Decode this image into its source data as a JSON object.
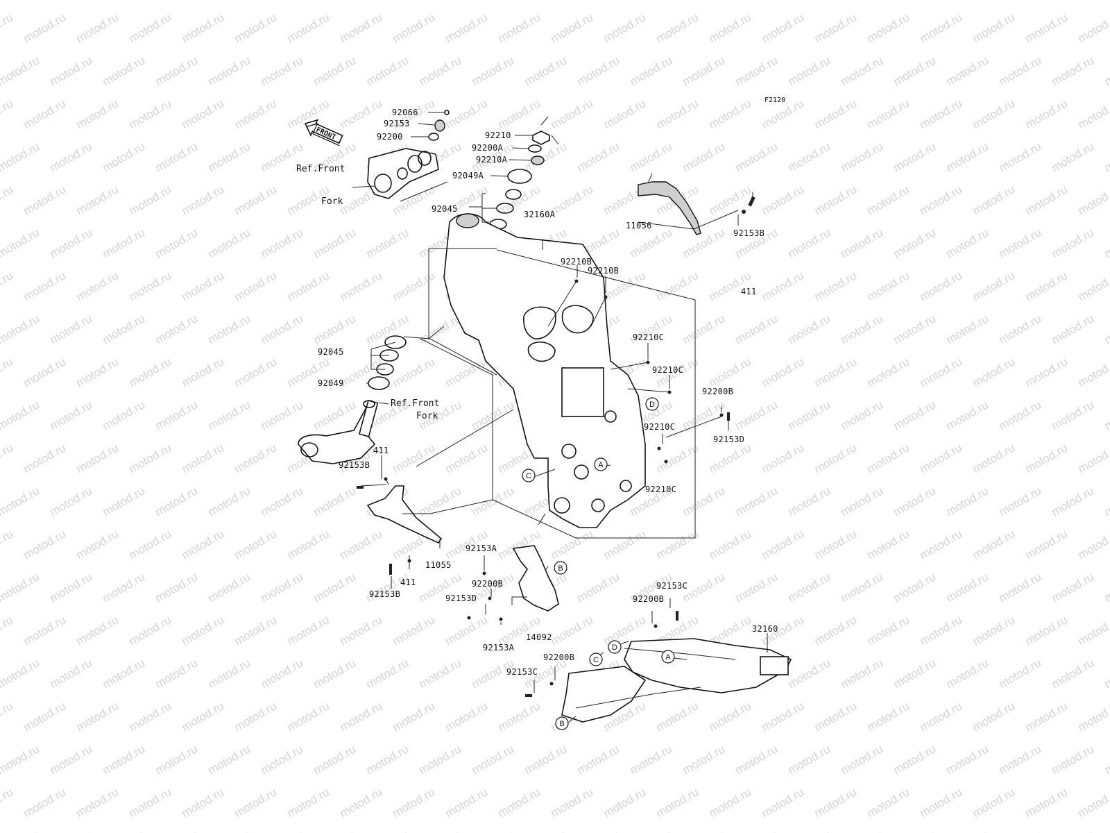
{
  "watermark": "motod.ru",
  "figure_code": "F2120",
  "front_arrow": "FRONT",
  "labels": {
    "p92066": "92066",
    "p92153": "92153",
    "p92200": "92200",
    "p92210": "92210",
    "p92200A": "92200A",
    "p92210A": "92210A",
    "p92049A": "92049A",
    "p92045_top": "92045",
    "p32160A": "32160A",
    "p11056": "11056",
    "p92153B_tr": "92153B",
    "p411_tr": "411",
    "p92210B_1": "92210B",
    "p92210B_2": "92210B",
    "p92210C_1": "92210C",
    "p92210C_2": "92210C",
    "p92210C_3": "92210C",
    "p92210C_4": "92210C",
    "p92200B_r": "92200B",
    "p92153D_r": "92153D",
    "p92045_l": "92045",
    "p92049_l": "92049",
    "p411_l1": "411",
    "p92153B_l1": "92153B",
    "p11055": "11055",
    "p411_l2": "411",
    "p92153B_l2": "92153B",
    "p92153A_1": "92153A",
    "p92200B_m": "92200B",
    "p92153D_m": "92153D",
    "p14092": "14092",
    "p92153A_2": "92153A",
    "p92153C_1": "92153C",
    "p92200B_b1": "92200B",
    "p32160": "32160",
    "p92200B_b2": "92200B",
    "p92153C_2": "92153C"
  },
  "refs": {
    "ref1_line1": "Ref.Front",
    "ref1_line2": "Fork",
    "ref2_line1": "Ref.Front",
    "ref2_line2": "Fork"
  },
  "callouts": {
    "A": "A",
    "B": "B",
    "C": "C",
    "D": "D"
  }
}
